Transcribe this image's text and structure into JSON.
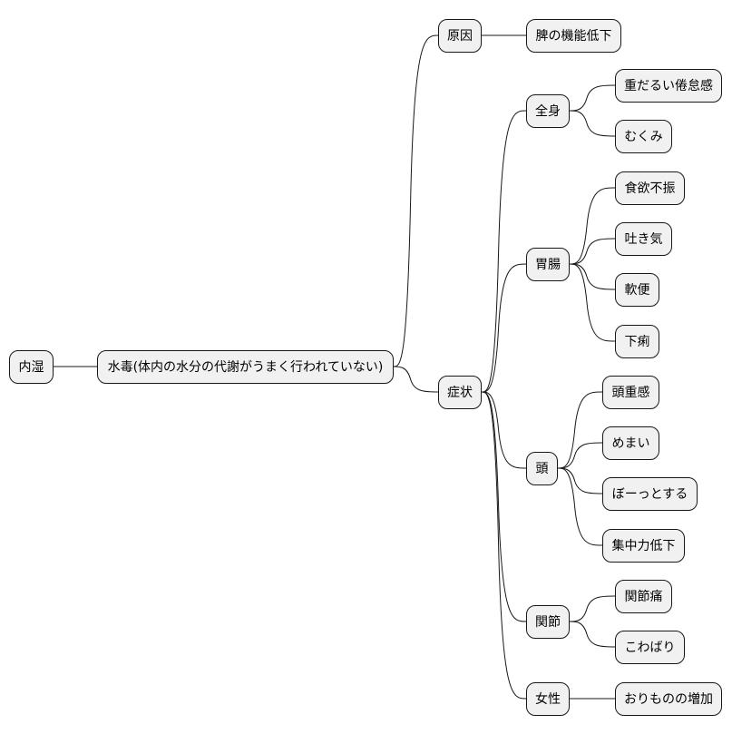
{
  "colors": {
    "node_fill": "#f1f1f1",
    "node_border": "#181818",
    "edge": "#181818",
    "background": "#ffffff"
  },
  "mindmap": {
    "root": "内湿",
    "center": "水毒(体内の水分の代謝がうまく行われていない)",
    "cause": {
      "label": "原因",
      "item": "脾の機能低下"
    },
    "symptoms": {
      "label": "症状",
      "whole_body": {
        "label": "全身",
        "items": [
          "重だるい倦怠感",
          "むくみ"
        ]
      },
      "stomach": {
        "label": "胃腸",
        "items": [
          "食欲不振",
          "吐き気",
          "軟便",
          "下痢"
        ]
      },
      "head": {
        "label": "頭",
        "items": [
          "頭重感",
          "めまい",
          "ぼーっとする",
          "集中力低下"
        ]
      },
      "joints": {
        "label": "関節",
        "items": [
          "関節痛",
          "こわばり"
        ]
      },
      "women": {
        "label": "女性",
        "items": [
          "おりものの増加"
        ]
      }
    }
  }
}
